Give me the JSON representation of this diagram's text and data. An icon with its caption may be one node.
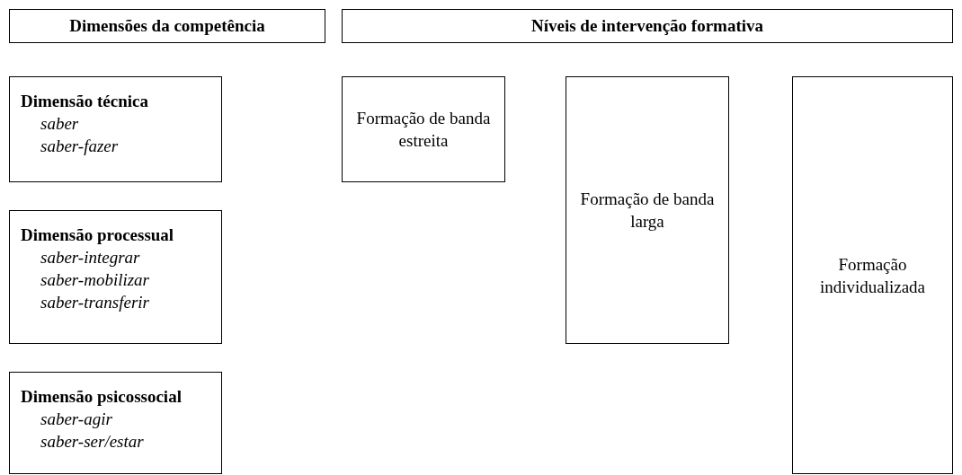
{
  "diagram": {
    "nodes": [
      {
        "text": [
          "Dimensões da competência"
        ]
      },
      {
        "text": [
          "Níveis de intervenção formativa"
        ]
      },
      {
        "text": [
          "Dimensão técnica",
          "saber",
          "saber-fazer"
        ]
      },
      {
        "text": [
          "Dimensão processual",
          "saber-integrar",
          "saber-mobilizar",
          "saber-transferir"
        ]
      },
      {
        "text": [
          "Dimensão psicossocial",
          "saber-agir",
          "saber-ser/estar"
        ]
      },
      {
        "text": [
          "Formação de banda estreita"
        ]
      },
      {
        "text": [
          "Formação de banda larga"
        ]
      },
      {
        "text": [
          "Formação individualizada"
        ]
      }
    ]
  }
}
